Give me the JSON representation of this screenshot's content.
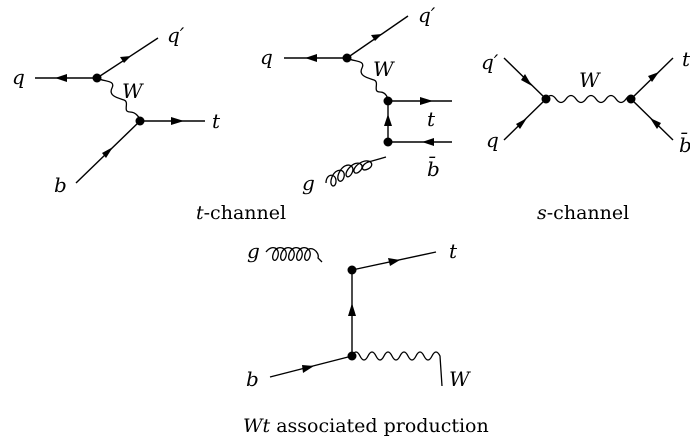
{
  "diagrams": {
    "d1": {
      "q": "q",
      "qprime": "q′",
      "W": "W",
      "t": "t",
      "b": "b"
    },
    "d2": {
      "q": "q",
      "qprime": "q′",
      "W": "W",
      "t": "t",
      "bbar": "b̄",
      "g": "g"
    },
    "d3": {
      "qprime": "q′",
      "q": "q",
      "W": "W",
      "t": "t",
      "bbar": "b̄"
    },
    "d4": {
      "g": "g",
      "t": "t",
      "b": "b",
      "W": "W"
    }
  },
  "captions": {
    "tchannel_var": "t",
    "tchannel_rest": "-channel",
    "schannel_var": "s",
    "schannel_rest": "-channel",
    "wt_var": "Wt",
    "wt_rest": " associated production"
  }
}
